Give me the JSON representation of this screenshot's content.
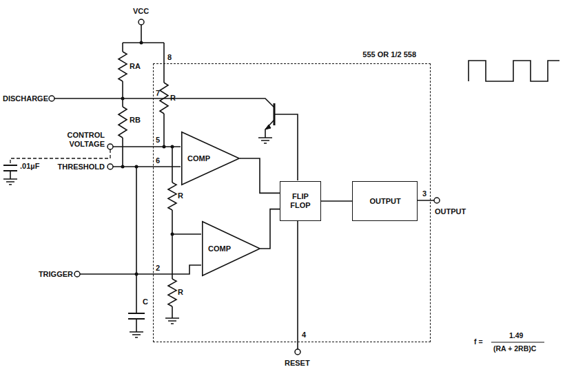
{
  "diagram": {
    "nodes": [
      {
        "text": [
          "555 OR 1/2 558"
        ]
      },
      {
        "text": [
          "COMP"
        ],
        "in": 0
      },
      {
        "text": [
          "COMP"
        ],
        "in": 0
      },
      {
        "text": [
          "FLIP FLOP"
        ],
        "in": 0
      },
      {
        "text": [
          "OUTPUT"
        ],
        "in": 0
      }
    ],
    "edges": [
      {
        "from": 1,
        "to": 3,
        "arrow": "none"
      },
      {
        "from": 2,
        "to": 3,
        "arrow": "none"
      },
      {
        "from": 3,
        "to": 4,
        "arrow": "none"
      }
    ],
    "labels": [
      "VCC",
      "8",
      "RA",
      "DISCHARGE",
      "7",
      "R",
      "RB",
      "CONTROL VOLTAGE",
      "5",
      "THRESHOLD",
      "6",
      ".01µF",
      "R",
      "TRIGGER",
      "2",
      "R",
      "C",
      "3",
      "OUTPUT",
      "4",
      "RESET",
      "f =",
      "1.49",
      "(RA + 2RB)C"
    ]
  }
}
